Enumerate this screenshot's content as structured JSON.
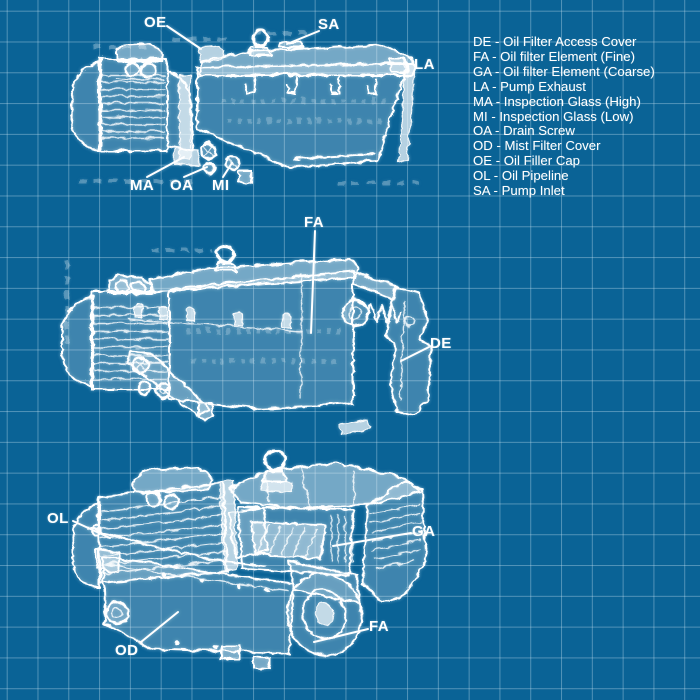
{
  "colors": {
    "background": "#0A6396",
    "grid": "#478CB3",
    "ink": "#FFFFFF"
  },
  "legend": {
    "separator": " - ",
    "items": [
      {
        "code": "DE",
        "desc": "Oil Filter Access Cover"
      },
      {
        "code": "FA",
        "desc": "Oil filter Element (Fine)"
      },
      {
        "code": "GA",
        "desc": "Oil filter Element (Coarse)"
      },
      {
        "code": "LA",
        "desc": "Pump Exhaust"
      },
      {
        "code": "MA",
        "desc": "Inspection Glass (High)"
      },
      {
        "code": "MI",
        "desc": "Inspection Glass (Low)"
      },
      {
        "code": "OA",
        "desc": "Drain Screw"
      },
      {
        "code": "OD",
        "desc": "Mist Filter Cover"
      },
      {
        "code": "OE",
        "desc": "Oil Filler Cap"
      },
      {
        "code": "OL",
        "desc": "Oil Pipeline"
      },
      {
        "code": "SA",
        "desc": "Pump Inlet"
      }
    ]
  },
  "callouts": [
    {
      "id": "oe",
      "text": "OE"
    },
    {
      "id": "sa",
      "text": "SA"
    },
    {
      "id": "la",
      "text": "LA"
    },
    {
      "id": "ma",
      "text": "MA"
    },
    {
      "id": "oa",
      "text": "OA"
    },
    {
      "id": "mi",
      "text": "MI"
    },
    {
      "id": "fa-mid",
      "text": "FA"
    },
    {
      "id": "de",
      "text": "DE"
    },
    {
      "id": "ol",
      "text": "OL"
    },
    {
      "id": "ga",
      "text": "GA"
    },
    {
      "id": "od",
      "text": "OD"
    },
    {
      "id": "fa-bottom",
      "text": "FA"
    }
  ]
}
